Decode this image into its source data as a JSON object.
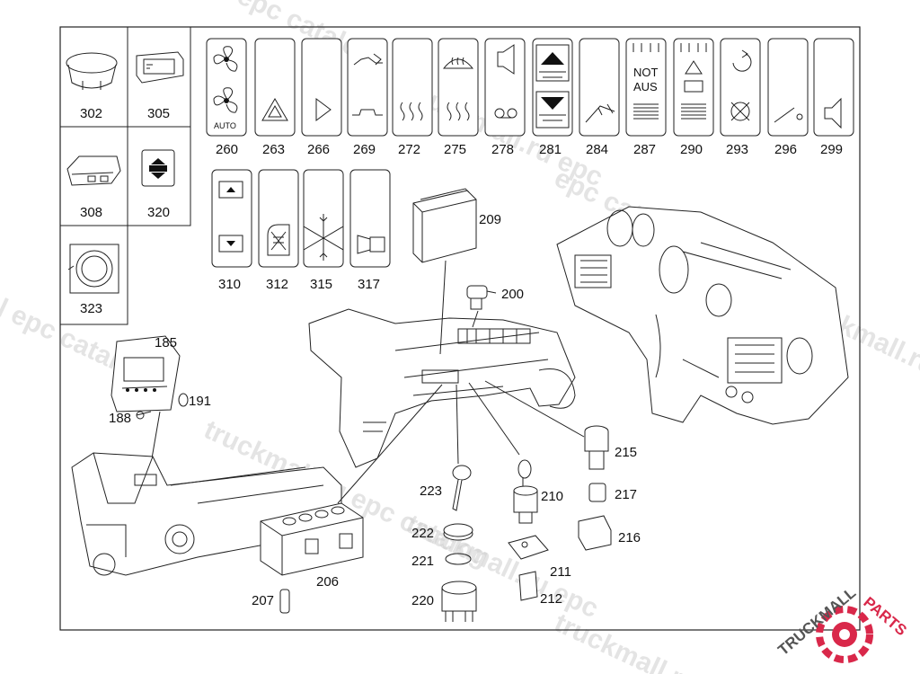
{
  "watermarks": [
    "epc catalog",
    "truckmall.ru epc",
    "l epc catalog",
    "truckmall.ru epc catalog",
    "epc catalog",
    "truckmall.ru",
    "truckmall.ru epc",
    "truckmall.ru"
  ],
  "logo": {
    "text_left": "TRUCKMALL",
    "text_right": "PARTS",
    "color_left": "#555555",
    "color_right": "#d9284a"
  },
  "colors": {
    "line": "#222222",
    "watermark": "#cfcfcf",
    "logo_red": "#d9284a"
  },
  "switch_labels": {
    "not_aus_1": "NOT",
    "not_aus_2": "AUS",
    "auto": "AUTO"
  },
  "callouts": {
    "p302": "302",
    "p305": "305",
    "p308": "308",
    "p320": "320",
    "p323": "323",
    "p260": "260",
    "p263": "263",
    "p266": "266",
    "p269": "269",
    "p272": "272",
    "p275": "275",
    "p278": "278",
    "p281": "281",
    "p284": "284",
    "p287": "287",
    "p290": "290",
    "p293": "293",
    "p296": "296",
    "p299": "299",
    "p310": "310",
    "p312": "312",
    "p315": "315",
    "p317": "317",
    "p209": "209",
    "p200": "200",
    "p185": "185",
    "p191": "191",
    "p188": "188",
    "p215": "215",
    "p217": "217",
    "p216": "216",
    "p210": "210",
    "p211": "211",
    "p212": "212",
    "p223": "223",
    "p222": "222",
    "p221": "221",
    "p220": "220",
    "p206": "206",
    "p207": "207"
  }
}
